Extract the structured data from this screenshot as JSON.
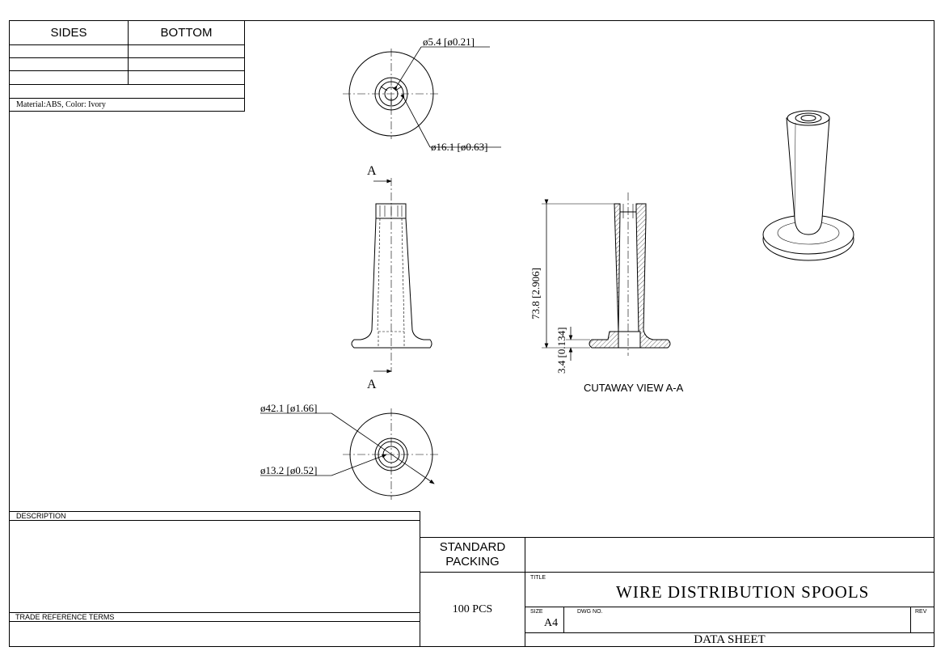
{
  "sides_bottom_table": {
    "col1_header": "SIDES",
    "col2_header": "BOTTOM",
    "material": "Material:ABS, Color: Ivory"
  },
  "dimensions": {
    "top_inner": "ø5.4 [ø0.21]",
    "top_outer": "ø16.1 [ø0.63]",
    "bottom_outer": "ø42.1 [ø1.66]",
    "bottom_inner": "ø13.2 [ø0.52]",
    "height": "73.8 [2.906]",
    "base": "3.4 [0.134]",
    "section_marker": "A"
  },
  "cutaway_label": "CUTAWAY VIEW  A-A",
  "description_label": "DESCRIPTION",
  "trade_label": "TRADE REFERENCE TERMS",
  "packing": {
    "header": "STANDARD PACKING",
    "value": "100 PCS"
  },
  "title_block": {
    "title_label": "TITLE",
    "title": "WIRE DISTRIBUTION SPOOLS",
    "size_label": "SIZE",
    "size": "A4",
    "dwg_label": "DWG NO.",
    "rev_label": "REV",
    "sheet": "DATA SHEET"
  }
}
